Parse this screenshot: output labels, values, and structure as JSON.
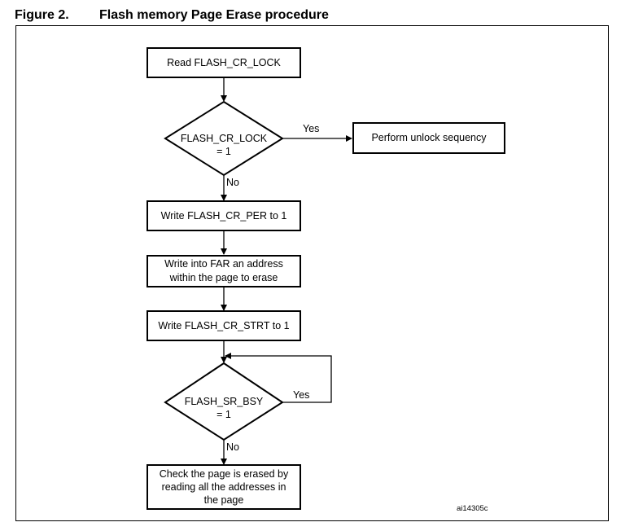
{
  "figure": {
    "number": "Figure 2.",
    "title": "Flash memory Page Erase procedure",
    "ref_code": "ai14305c"
  },
  "nodes": {
    "read_lock": "Read FLASH_CR_LOCK",
    "lock_decision_line1": "FLASH_CR_LOCK",
    "lock_decision_line2": "= 1",
    "unlock": "Perform unlock sequency",
    "write_per": "Write FLASH_CR_PER to 1",
    "write_far_line1": "Write into FAR an address",
    "write_far_line2": "within the page to erase",
    "write_strt": "Write FLASH_CR_STRT to 1",
    "bsy_decision_line1": "FLASH_SR_BSY",
    "bsy_decision_line2": "= 1",
    "check_line1": "Check the page is erased by",
    "check_line2": "reading all the addresses in",
    "check_line3": "the page"
  },
  "edge_labels": {
    "lock_yes": "Yes",
    "lock_no": "No",
    "bsy_yes": "Yes",
    "bsy_no": "No"
  }
}
